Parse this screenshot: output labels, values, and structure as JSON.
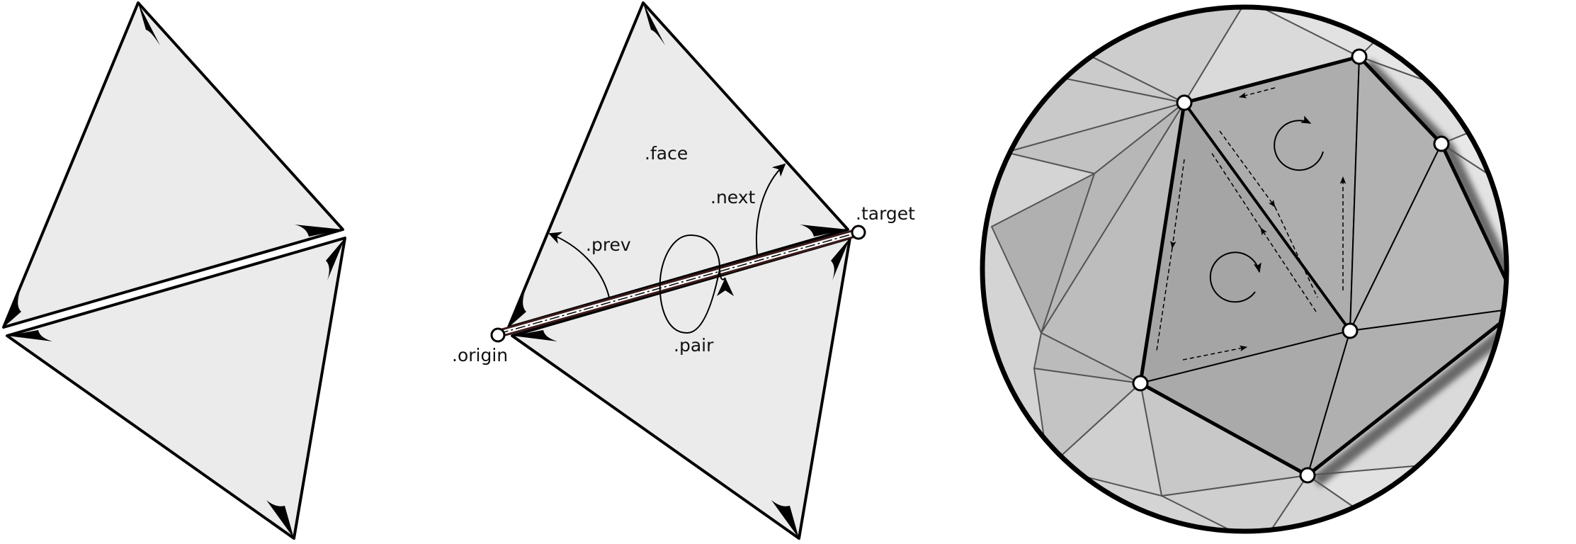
{
  "labels": {
    "face": ".face",
    "next": ".next",
    "target": ".target",
    "prev": ".prev",
    "origin": ".origin",
    "pair": ".pair"
  },
  "colors": {
    "face_fill": "#ebebeb",
    "stroke": "#000000",
    "background": "#ffffff",
    "mesh_light": "#e2e2e2",
    "mesh_mid": "#c6c6c6",
    "mesh_dark": "#a9a9a9",
    "mesh_edge": "#555555",
    "vertex_fill": "#ffffff"
  }
}
